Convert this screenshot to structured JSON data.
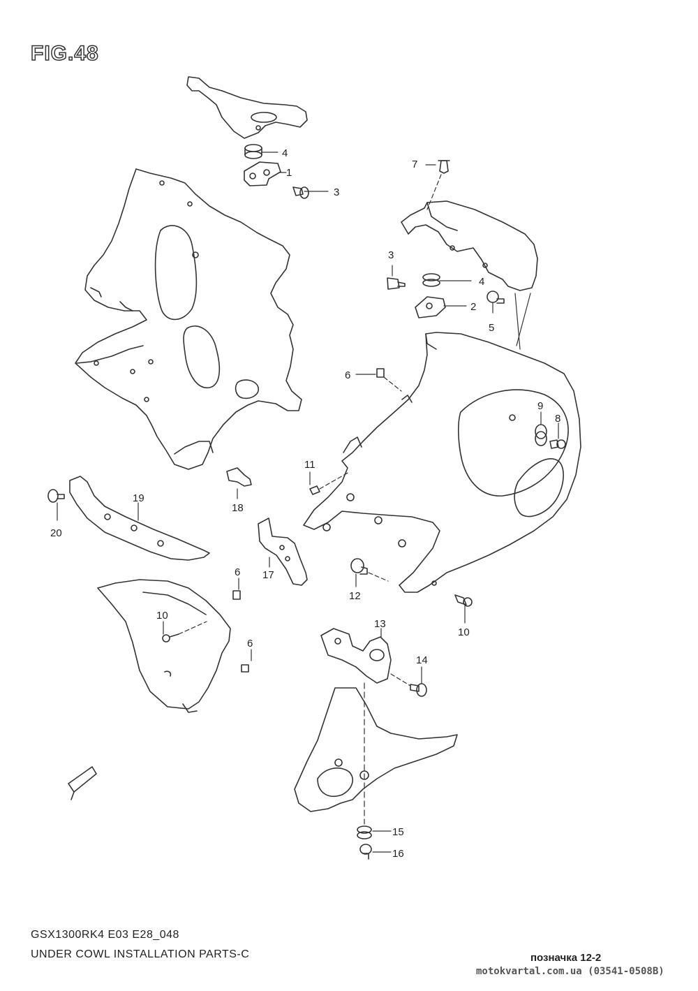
{
  "figure": {
    "title": "FIG.48"
  },
  "callouts": [
    "1",
    "2",
    "3",
    "3",
    "4",
    "4",
    "5",
    "6",
    "6",
    "6",
    "7",
    "8",
    "9",
    "10",
    "10",
    "11",
    "12",
    "13",
    "14",
    "15",
    "16",
    "17",
    "18",
    "19",
    "20"
  ],
  "footer": {
    "model_code": "GSX1300RK4 E03 E28_048",
    "caption": "UNDER COWL INSTALLATION PARTS-C",
    "ref_label": "позначка 12-2",
    "watermark": "motokvartal.com.ua (03541-0508B)"
  },
  "colors": {
    "line": "#333333",
    "background": "#ffffff"
  }
}
